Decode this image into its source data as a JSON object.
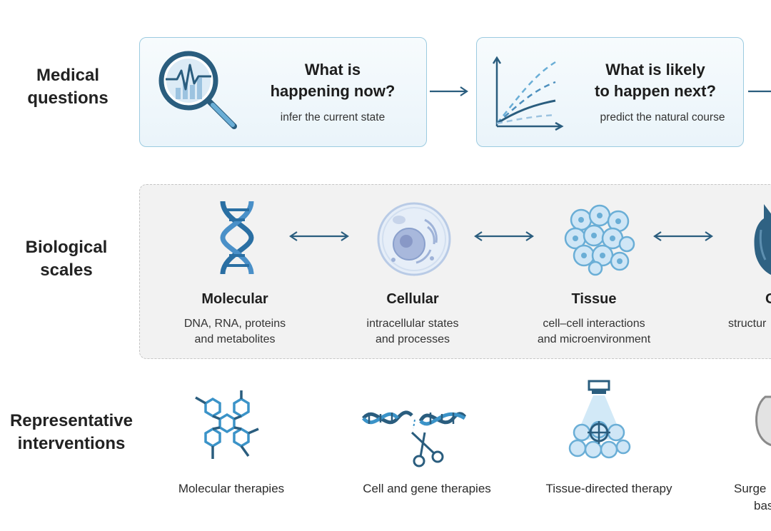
{
  "rows": {
    "questions_label": [
      "Medical",
      "questions"
    ],
    "scales_label": [
      "Biological",
      "scales"
    ],
    "interventions_label": [
      "Representative",
      "interventions"
    ]
  },
  "questions": [
    {
      "title_lines": [
        "What is",
        "happening now?"
      ],
      "subtitle": "infer the current state",
      "icon": "magnifier-chart-icon"
    },
    {
      "title_lines": [
        "What is likely",
        "to happen next?"
      ],
      "subtitle": "predict the natural course",
      "icon": "trajectory-chart-icon"
    }
  ],
  "scales": [
    {
      "title": "Molecular",
      "desc_lines": [
        "DNA, RNA, proteins",
        "and metabolites"
      ],
      "icon": "dna-icon"
    },
    {
      "title": "Cellular",
      "desc_lines": [
        "intracellular states",
        "and processes"
      ],
      "icon": "cell-icon"
    },
    {
      "title": "Tissue",
      "desc_lines": [
        "cell–cell interactions",
        "and microenvironment"
      ],
      "icon": "tissue-icon"
    },
    {
      "title": "O",
      "desc_lines": [
        "structur",
        ""
      ],
      "icon": "organ-icon"
    }
  ],
  "interventions": [
    {
      "label": "Molecular therapies",
      "icon": "molecule-icon"
    },
    {
      "label": "Cell and gene therapies",
      "icon": "gene-scissors-icon"
    },
    {
      "label": "Tissue-directed therapy",
      "icon": "targeted-beam-icon"
    },
    {
      "label_lines": [
        "Surge",
        "bas"
      ],
      "icon": "surgery-icon"
    }
  ],
  "colors": {
    "accent_dark": "#2a5d7e",
    "accent_light": "#6aaed6",
    "box_border": "#9ccbe0",
    "panel_bg": "#f2f2f2"
  }
}
